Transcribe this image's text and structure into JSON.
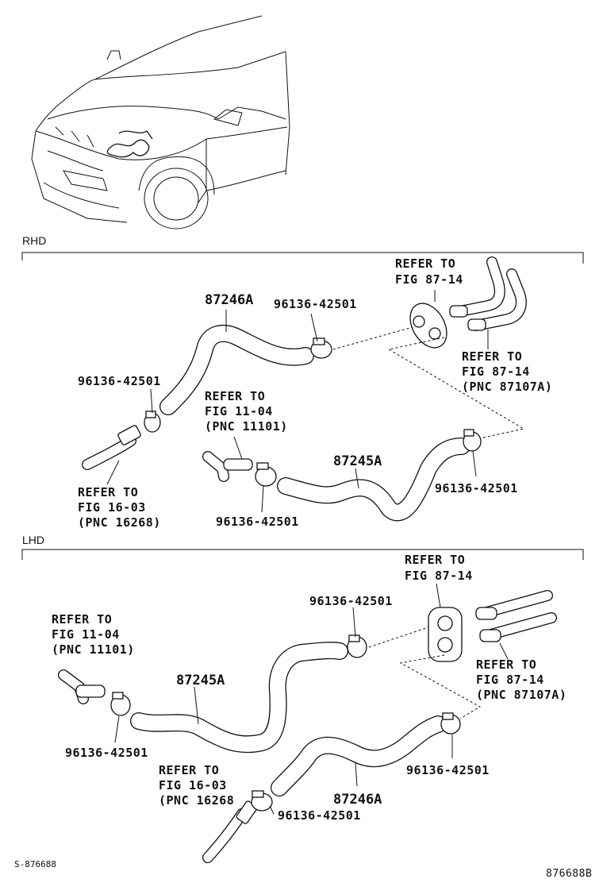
{
  "sections": {
    "rhd": "RHD",
    "lhd": "LHD"
  },
  "rhd": {
    "hose_upper": "87246A",
    "hose_lower": "87245A",
    "clamp_top": "96136-42501",
    "clamp_left": "96136-42501",
    "clamp_right": "96136-42501",
    "clamp_bottom": "96136-42501",
    "ref_grommet": [
      "REFER TO",
      "FIG 87-14"
    ],
    "ref_pipes": [
      "REFER TO",
      "FIG 87-14",
      "(PNC 87107A)"
    ],
    "ref_engine": [
      "REFER TO",
      "FIG 11-04",
      "(PNC 11101)"
    ],
    "ref_radiator": [
      "REFER TO",
      "FIG 16-03",
      "(PNC 16268)"
    ]
  },
  "lhd": {
    "hose_upper": "87245A",
    "hose_lower": "87246A",
    "clamp_top": "96136-42501",
    "clamp_left": "96136-42501",
    "clamp_right": "96136-42501",
    "clamp_bottom": "96136-42501",
    "ref_grommet": [
      "REFER TO",
      "FIG 87-14"
    ],
    "ref_pipes": [
      "REFER TO",
      "FIG 87-14",
      "(PNC 87107A)"
    ],
    "ref_engine": [
      "REFER TO",
      "FIG 11-04",
      "(PNC 11101)"
    ],
    "ref_radiator": [
      "REFER TO",
      "FIG 16-03",
      "(PNC 16268"
    ]
  },
  "footer": {
    "left_code": "S-876688",
    "right_code": "876688B"
  }
}
